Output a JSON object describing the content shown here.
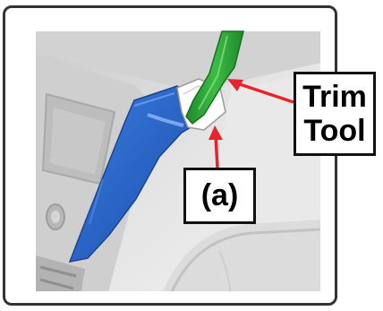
{
  "figure": {
    "callouts": {
      "tool_line1": "Trim",
      "tool_line2": "Tool",
      "part_label": "(a)"
    },
    "colors": {
      "frame": "#333333",
      "trim_panel": "#2f6fd0",
      "trim_tool": "#2fa33a",
      "clip": "#ffffff",
      "arrow": "#e8232b",
      "background_panel": "#d9d9d9"
    },
    "icons": {
      "trim_tool": "green-pry-tool",
      "trim_panel": "blue-trim-panel",
      "clip": "white-retaining-clip"
    }
  }
}
